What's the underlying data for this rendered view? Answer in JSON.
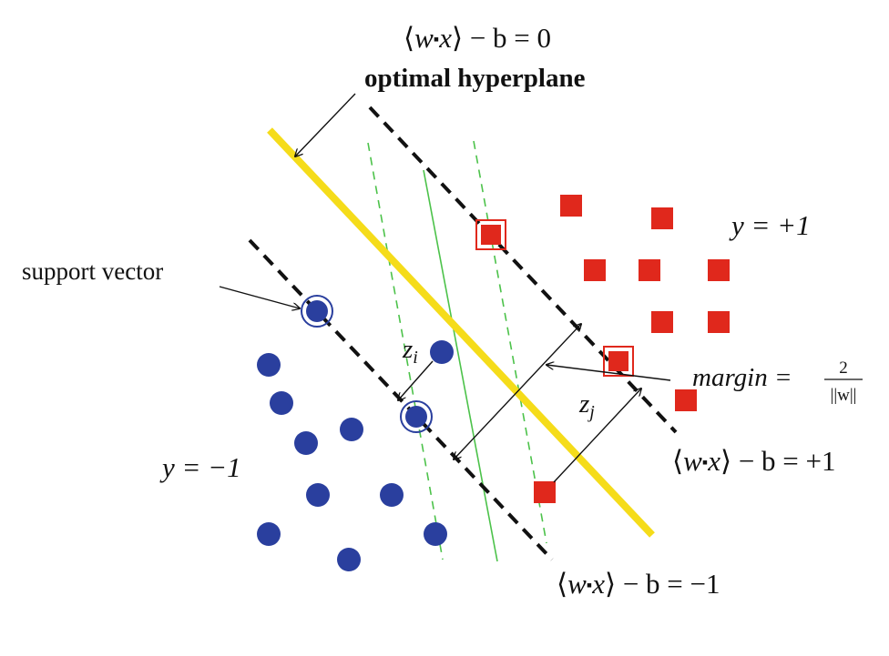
{
  "labels": {
    "eq_zero": {
      "lhs_w": "w",
      "dot": "▪",
      "lhs_x": "x",
      "rhs": "− b = 0"
    },
    "hyperplane_title": "optimal hyperplane",
    "support_vector": "support vector",
    "class_pos": "y = +1",
    "class_neg": "y = −1",
    "zi": {
      "base": "z",
      "sub": "i"
    },
    "zj": {
      "base": "z",
      "sub": "j"
    },
    "margin": {
      "text": "margin =",
      "num": "2",
      "den": "||w||"
    },
    "eq_plus": {
      "lhs_w": "w",
      "dot": "▪",
      "lhs_x": "x",
      "rhs": "− b = +1"
    },
    "eq_minus": {
      "lhs_w": "w",
      "dot": "▪",
      "lhs_x": "x",
      "rhs": "− b = −1"
    }
  },
  "colors": {
    "hyperplane": "#f5dc1a",
    "margin_line": "#111111",
    "green_lines": "#4cc24a",
    "positive_points": "#e0281c",
    "negative_points": "#2a3f9e",
    "arrows": "#111111"
  }
}
